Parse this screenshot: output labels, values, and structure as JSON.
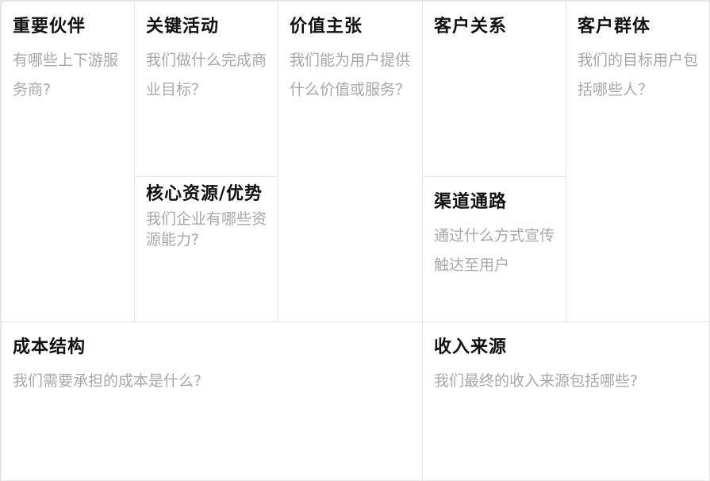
{
  "canvas": {
    "key_partners": {
      "title": "重要伙伴",
      "desc": "有哪些上下游服务商?"
    },
    "key_activities": {
      "title": "关键活动",
      "desc": "我们做什么完成商业目标？"
    },
    "key_resources": {
      "title": "核心资源/优势",
      "desc": "我们企业有哪些资源能力?"
    },
    "value_props": {
      "title": "价值主张",
      "desc": "我们能为用户提供什么价值或服务？"
    },
    "customer_rel": {
      "title": "客户关系",
      "desc": ""
    },
    "channels": {
      "title": "渠道通路",
      "desc": "通过什么方式宣传触达至用户"
    },
    "segments": {
      "title": "客户群体",
      "desc": "我们的目标用户包括哪些人？"
    },
    "cost": {
      "title": "成本结构",
      "desc": "我们需要承担的成本是什么?"
    },
    "revenue": {
      "title": "收入来源",
      "desc": "我们最终的收入来源包括哪些?"
    }
  },
  "colors": {
    "border": "#e6e6e6",
    "title": "#111111",
    "desc": "#a8a8a8"
  }
}
